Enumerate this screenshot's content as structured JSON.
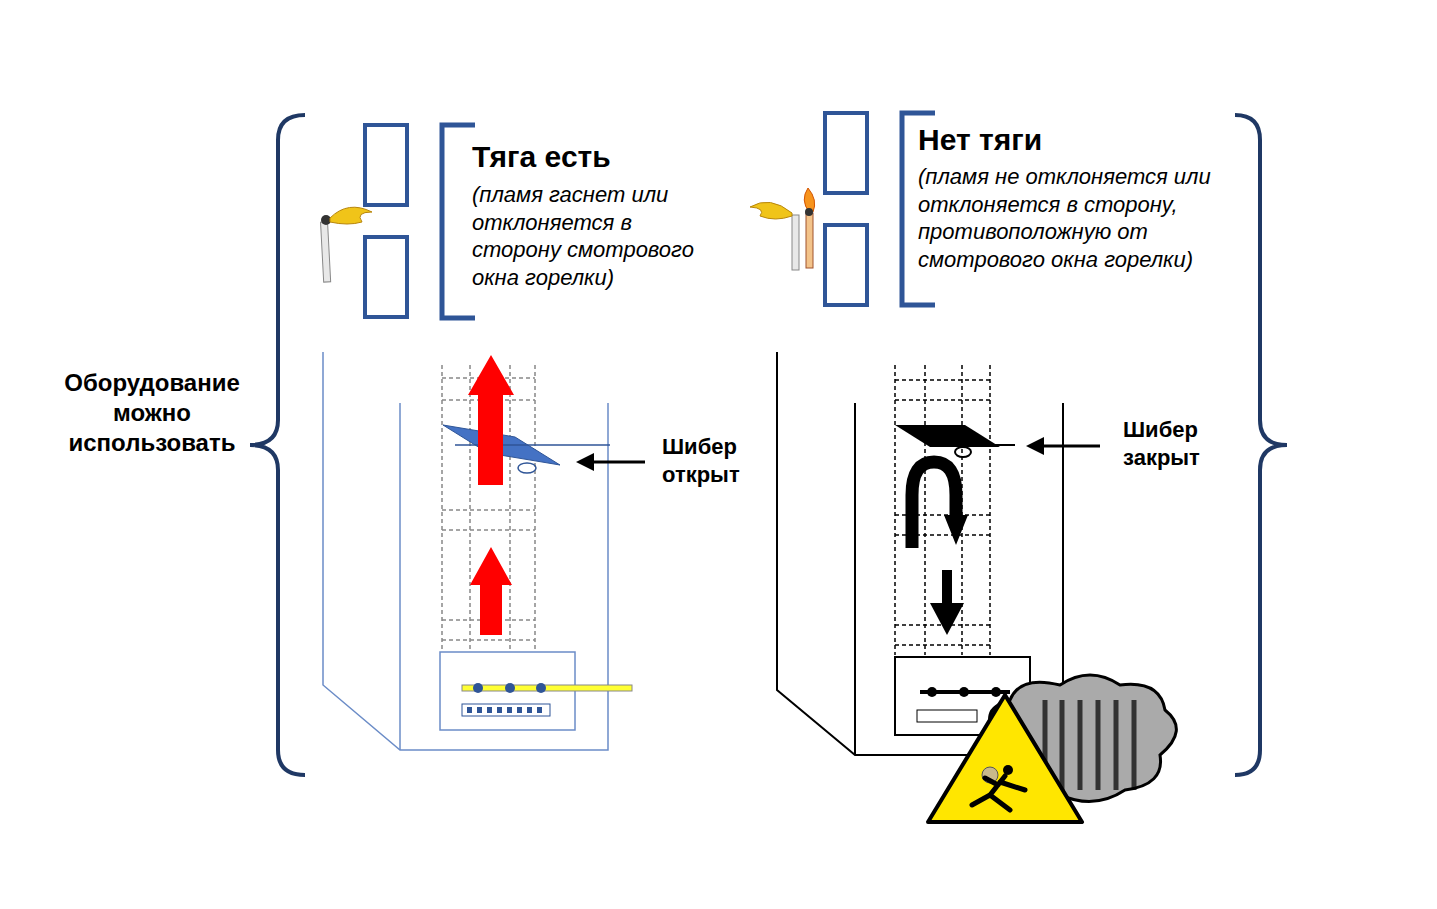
{
  "diagram": {
    "labels": [
      "Оборудование можно использовать",
      "Тяга есть",
      "(пламя гаснет или отклоняется в сторону смотрового окна горелки)",
      "Шибер открыт",
      "Нет тяги",
      "(пламя не отклоняется или отклоняется в сторону, противоположную от смотрового окна горелки)",
      "Шибер закрыт"
    ]
  }
}
